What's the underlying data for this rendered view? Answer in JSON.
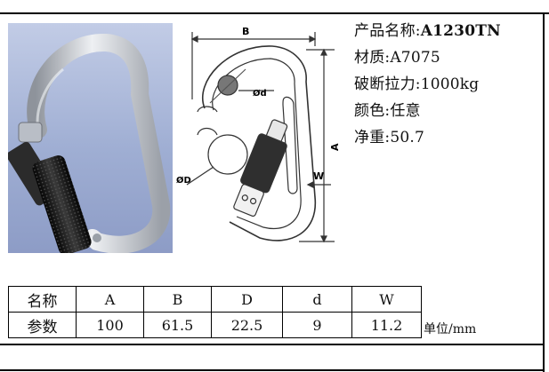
{
  "specs": {
    "product_label": "产品名称:",
    "product_name": "A1230TN",
    "material": "材质:A7075",
    "strength": "破断拉力:1000kg",
    "color": "颜色:任意",
    "weight": "净重:50.7"
  },
  "drawing": {
    "label_b": "B",
    "label_a": "A",
    "label_w": "W",
    "label_d_small": "Ød",
    "label_d_large": "ØD"
  },
  "table": {
    "header_label": "名称",
    "row_label": "参数",
    "columns": [
      "A",
      "B",
      "D",
      "d",
      "W"
    ],
    "values": [
      "100",
      "61.5",
      "22.5",
      "9",
      "11.2"
    ]
  },
  "unit": "单位/mm",
  "colors": {
    "photo_bg": "#a3b1d6",
    "metal": "#c8ccd2",
    "grip": "#1a1a1a"
  }
}
